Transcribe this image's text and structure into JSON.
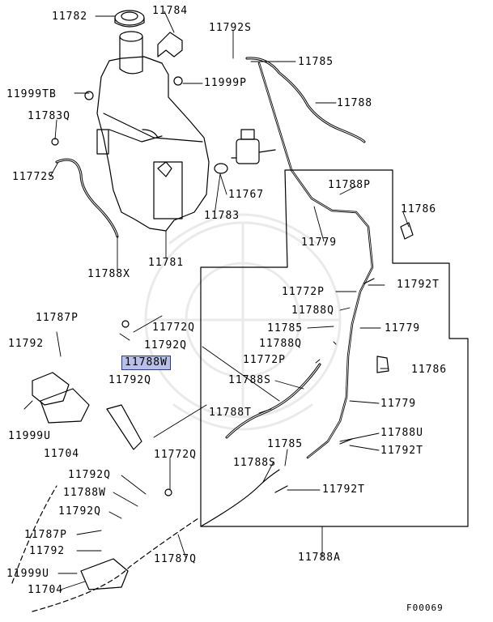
{
  "labels": {
    "p11782": "11782",
    "p11784": "11784",
    "p11792S": "11792S",
    "p11785_top": "11785",
    "p11999TB": "11999TB",
    "p11999P": "11999P",
    "p11788_top": "11788",
    "p11783Q": "11783Q",
    "p11772S": "11772S",
    "p11767": "11767",
    "p11783": "11783",
    "p11788P": "11788P",
    "p11786_top": "11786",
    "p11779_top": "11779",
    "p11781": "11781",
    "p11788X": "11788X",
    "p11772P_a": "11772P",
    "p11792T_a": "11792T",
    "p11788Q_a": "11788Q",
    "p11785_mid": "11785",
    "p11779_mid": "11779",
    "p11787P_top": "11787P",
    "p11772Q_top": "11772Q",
    "p11792_top": "11792",
    "p11792Q_a": "11792Q",
    "p11788W_hl": "11788W",
    "p11792Q_b": "11792Q",
    "p11788Q_b": "11788Q",
    "p11772P_b": "11772P",
    "p11786_mid": "11786",
    "p11788S_a": "11788S",
    "p11779_low": "11779",
    "p11999U_a": "11999U",
    "p11704_a": "11704",
    "p11788T": "11788T",
    "p11788U": "11788U",
    "p11785_low": "11785",
    "p11792T_b": "11792T",
    "p11772Q_b": "11772Q",
    "p11788S_b": "11788S",
    "p11792Q_c": "11792Q",
    "p11788W_b": "11788W",
    "p11792T_c": "11792T",
    "p11792Q_d": "11792Q",
    "p11787P_b": "11787P",
    "p11792_b": "11792",
    "p11787Q": "11787Q",
    "p11788A": "11788A",
    "p11999U_b": "11999U",
    "p11704_b": "11704"
  },
  "drawing_code": "F00069"
}
